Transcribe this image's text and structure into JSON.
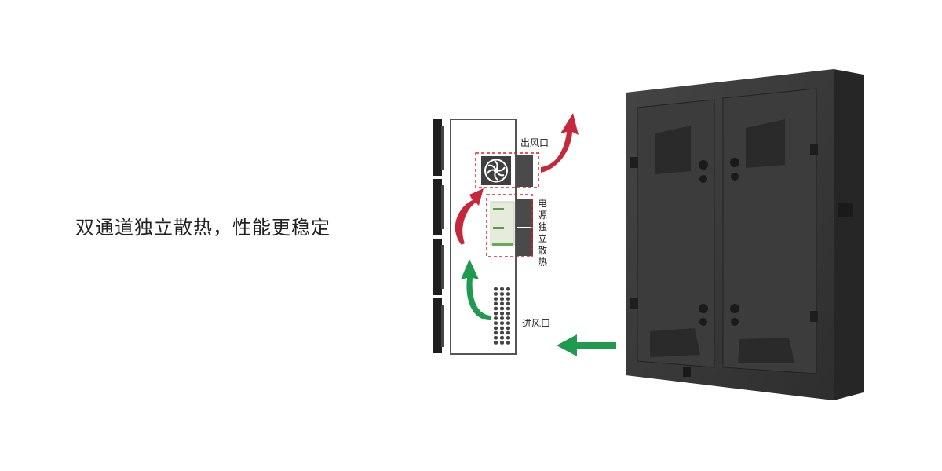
{
  "headline": "双通道独立散热，性能更稳定",
  "labels": {
    "outlet": "出风口",
    "psu_cooling": "电源独立散热",
    "inlet": "进风口"
  },
  "colors": {
    "hot_air": "#c6283b",
    "cool_air": "#1f9a4e",
    "dashed_box": "#e02020",
    "cabinet": "#3a3a3a"
  }
}
